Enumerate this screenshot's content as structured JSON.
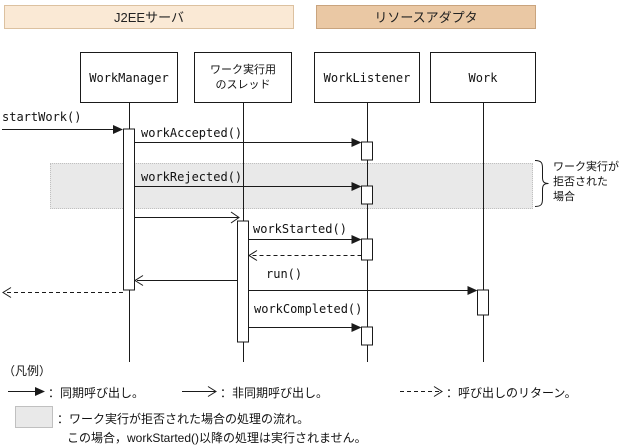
{
  "header": {
    "j2ee_server": "J2EEサーバ",
    "resource_adapter": "リソースアダプタ"
  },
  "participants": {
    "work_manager": "WorkManager",
    "thread_line1": "ワーク実行用",
    "thread_line2": "のスレッド",
    "work_listener": "WorkListener",
    "work": "Work"
  },
  "messages": {
    "start_work": "startWork()",
    "work_accepted": "workAccepted()",
    "work_rejected": "workRejected()",
    "work_started": "workStarted()",
    "run": "run()",
    "work_completed": "workCompleted()"
  },
  "annotation": {
    "line1": "ワーク実行が",
    "line2": "拒否された",
    "line3": "場合"
  },
  "legend": {
    "title": "（凡例）",
    "sync_label": "：同期呼び出し。",
    "async_label": "：非同期呼び出し。",
    "return_label": "：呼び出しのリターン。",
    "band_note_line1": "：ワーク実行が拒否された場合の処理の流れ。",
    "band_note_line2": "この場合，workStarted()以降の処理は実行されません。"
  },
  "colors": {
    "j2ee_header_bg": "#FAE9D5",
    "j2ee_header_border": "#DCC1A0",
    "adapter_header_bg": "#EAC8A4",
    "adapter_header_border": "#C9A47E",
    "band_bg": "#E9E9E9",
    "band_border": "#C0C0C0",
    "line": "#1A1A1A"
  }
}
